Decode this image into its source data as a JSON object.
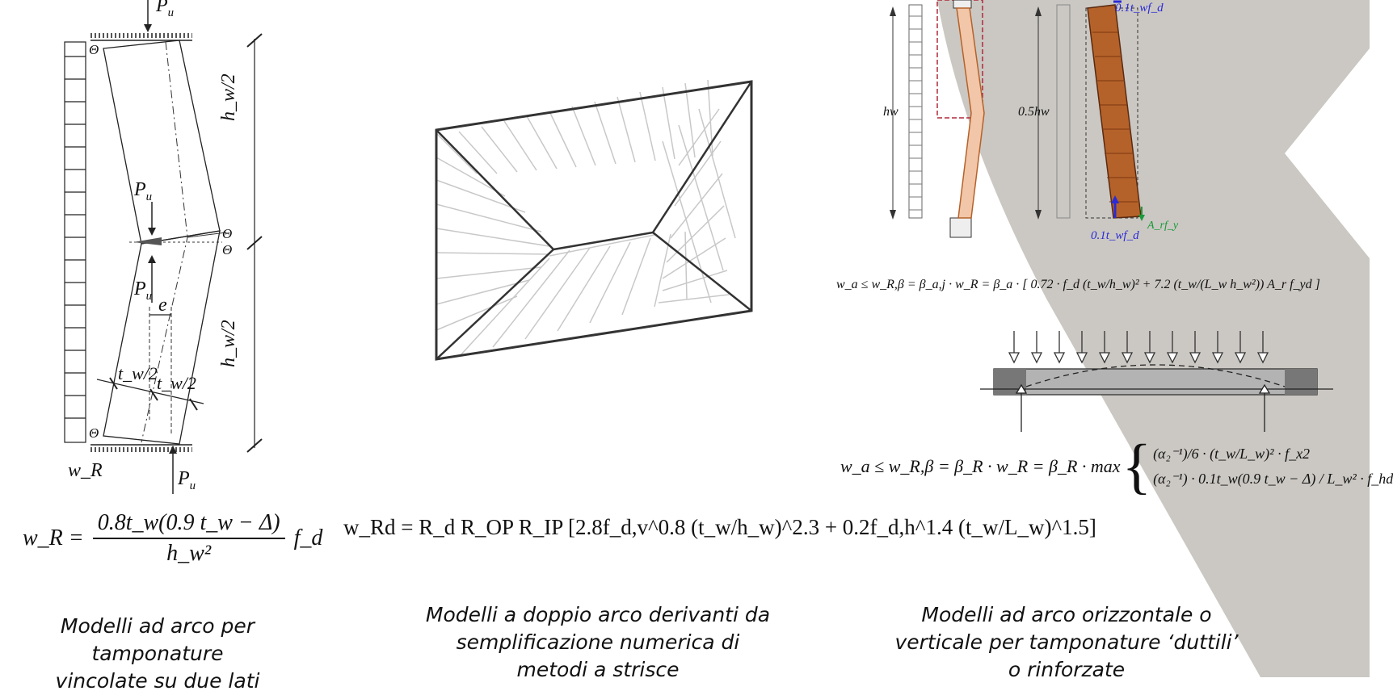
{
  "left_panel": {
    "labels": {
      "load_top": "P",
      "load_top_sub": "u",
      "load_mid_upper": "P",
      "load_mid_upper_sub": "u",
      "load_mid_lower": "P",
      "load_mid_lower_sub": "u",
      "load_bottom": "P",
      "load_bottom_sub": "u",
      "theta": "Θ",
      "half_height_upper": "h_w/2",
      "half_height_lower": "h_w/2",
      "eccentricity": "e",
      "half_thickness_left": "t_w/2",
      "half_thickness_right": "t_w/2",
      "distributed_load": "w_R"
    },
    "formula": {
      "lhs": "w_R =",
      "numerator": "0.8t_w(0.9 t_w − Δ)",
      "denominator": "h_w²",
      "tail": "f_d"
    },
    "caption_lines": [
      "Modelli ad arco per tamponature",
      "vincolate su due lati"
    ]
  },
  "center_panel": {
    "formula": {
      "text": "w_Rd = R_d R_OP R_IP [2.8f_d,v^0.8 (t_w/h_w)^2.3 + 0.2f_d,h^1.4 (t_w/L_w)^1.5]"
    },
    "caption_lines": [
      "Modelli a doppio arco derivanti da",
      "semplificazione numerica di",
      "metodi a strisce"
    ]
  },
  "right_panel": {
    "labels": {
      "hw": "hw",
      "half_hw": "0.5hw",
      "top_force": "0.1t_wf_d",
      "bottom_force": "0.1t_wf_d",
      "steel_force": "A_rf_y"
    },
    "formula_top": "w_a ≤ w_R,β = β_a,j · w_R = β_a · [ 0.72 · f_d (t_w/h_w)² + 7.2 (t_w/(L_w h_w²)) A_r f_yd ]",
    "formula_bottom": {
      "lhs": "w_a ≤ w_R,β = β_R · w_R = β_R · max",
      "case1": "(α₂⁻¹)/6 · (t_w/L_w)² · f_x2",
      "case2": "(α₂⁻¹) · 0.1t_w(0.9 t_w − Δ) / L_w² · f_hd"
    },
    "caption_lines": [
      "Modelli ad arco orizzontale o",
      "verticale per tamponature ‘duttili’",
      "o rinforzate"
    ]
  },
  "colors": {
    "background_shape": "#c9c6c1",
    "brick": "#b5622a",
    "brick_light": "#f2c6a8",
    "force_blue": "#2a2bd6",
    "force_green": "#1a9a3a",
    "dashed_box": "#b0283a"
  }
}
